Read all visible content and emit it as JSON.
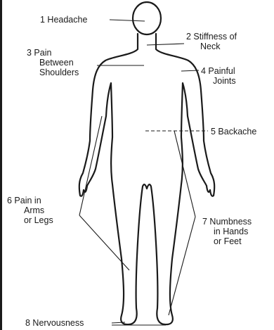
{
  "labels": {
    "headache": [
      "1  Headache"
    ],
    "stiffness": [
      "2  Stiffness of",
      "Neck"
    ],
    "pain_shoulders": [
      "3  Pain",
      "Between",
      "Shoulders"
    ],
    "painful_joints": [
      "4  Painful",
      "Joints"
    ],
    "backache": [
      "5  Backache"
    ],
    "pain_arms_legs": [
      "6  Pain in",
      "Arms",
      "or Legs"
    ],
    "numbness": [
      "7  Numbness",
      "in Hands",
      "or Feet"
    ],
    "nervousness": [
      "8  Nervousness"
    ]
  },
  "colors": {
    "ink": "#1a1a1a",
    "background": "#ffffff"
  }
}
